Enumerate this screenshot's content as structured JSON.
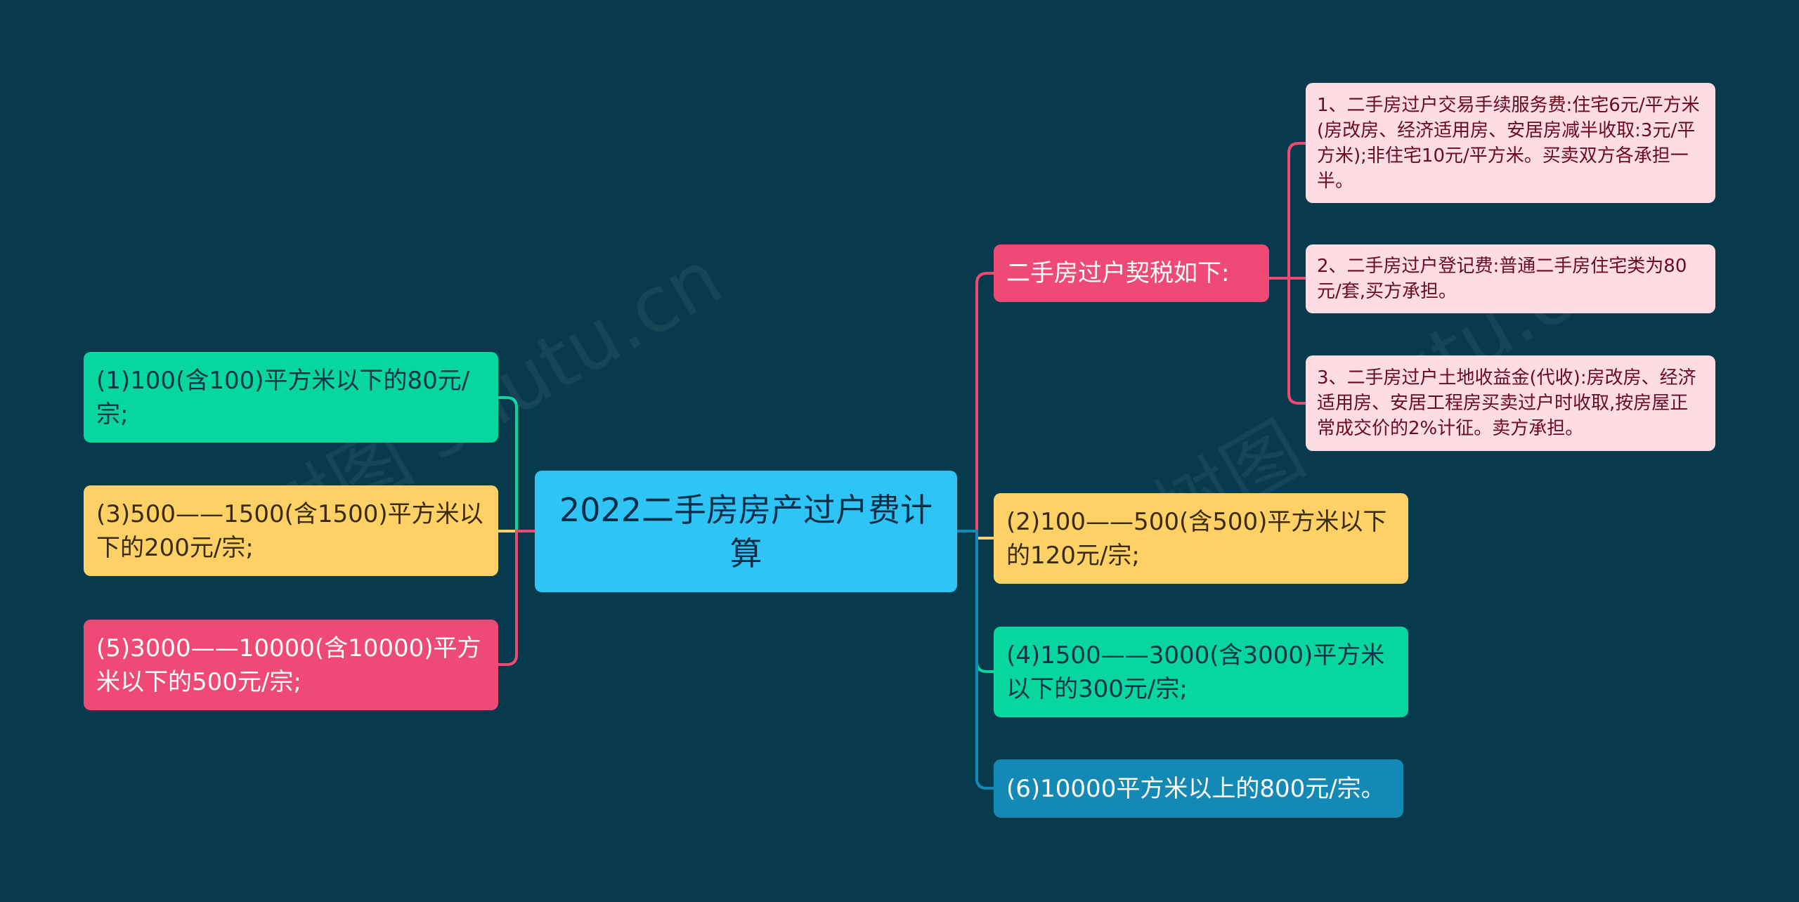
{
  "center": "2022二手房房产过户费计算",
  "left": [
    {
      "text": "(1)100(含100)平方米以下的80元/宗;"
    },
    {
      "text": "(3)500——1500(含1500)平方米以下的200元/宗;"
    },
    {
      "text": "(5)3000——10000(含10000)平方米以下的500元/宗;"
    }
  ],
  "right": {
    "tax": {
      "text": "二手房过户契税如下:",
      "children": [
        "1、二手房过户交易手续服务费:住宅6元/平方米(房改房、经济适用房、安居房减半收取:3元/平方米);非住宅10元/平方米。买卖双方各承担一半。",
        "2、二手房过户登记费:普通二手房住宅类为80元/套,买方承担。",
        "3、二手房过户土地收益金(代收):房改房、经济适用房、安居工程房买卖过户时收取,按房屋正常成交价的2%计征。卖方承担。"
      ]
    },
    "items": [
      {
        "text": "(2)100——500(含500)平方米以下的120元/宗;"
      },
      {
        "text": "(4)1500——3000(含3000)平方米以下的300元/宗;"
      },
      {
        "text": "(6)10000平方米以上的800元/宗。"
      }
    ]
  },
  "colors": {
    "bg": "#073a4d",
    "center": "#2ec5f6",
    "green": "#07d69f",
    "yellow": "#fdd166",
    "red": "#ef4a75",
    "blue": "#1489b5",
    "leaf": "#fddce3"
  }
}
